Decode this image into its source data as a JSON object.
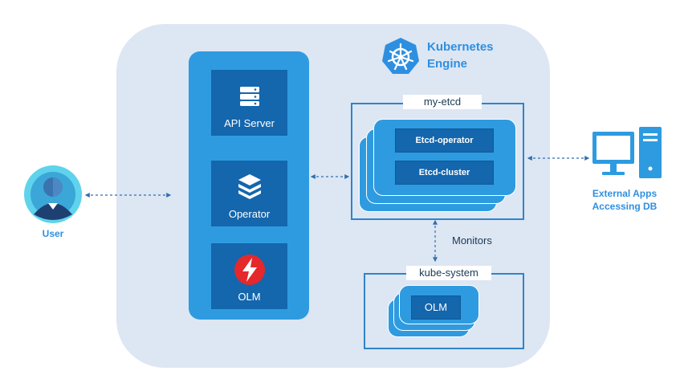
{
  "engine": {
    "title_line1": "Kubernetes",
    "title_line2": "Engine"
  },
  "control_plane": {
    "api_server": "API Server",
    "operator": "Operator",
    "olm": "OLM"
  },
  "my_etcd": {
    "title": "my-etcd",
    "operator_bar": "Etcd-operator",
    "cluster_bar": "Etcd-cluster"
  },
  "kube_system": {
    "title": "kube-system",
    "olm": "OLM"
  },
  "monitors_label": "Monitors",
  "user": {
    "label": "User"
  },
  "external": {
    "line1": "External Apps",
    "line2": "Accessing DB"
  },
  "colors": {
    "engine_bg": "#dde6f3",
    "panel_blue": "#2e9be0",
    "card_dark": "#1466ad",
    "accent_text": "#2e8fe0",
    "connector": "#2f6fb0"
  },
  "icons": {
    "engine": "kubernetes-helm-icon",
    "api_server": "server-stack-icon",
    "operator": "layers-icon",
    "olm": "lightning-icon",
    "user": "user-avatar-icon",
    "external": "desktop-computer-icon"
  }
}
